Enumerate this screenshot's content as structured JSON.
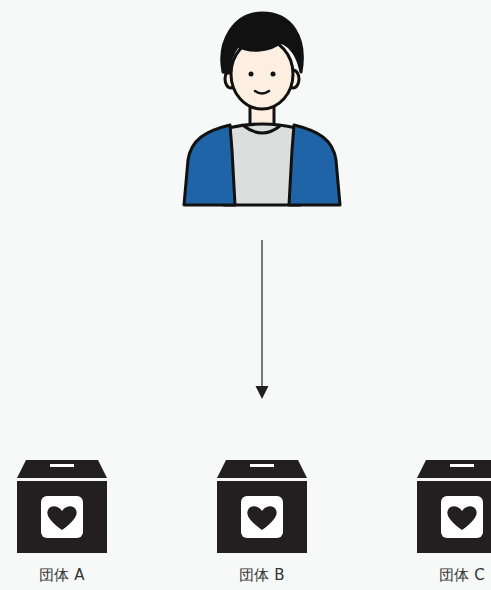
{
  "diagram": {
    "nodes": [
      {
        "text": [
          "団体 A"
        ]
      },
      {
        "text": [
          "団体 B"
        ]
      },
      {
        "text": [
          "団体 C"
        ]
      }
    ]
  }
}
